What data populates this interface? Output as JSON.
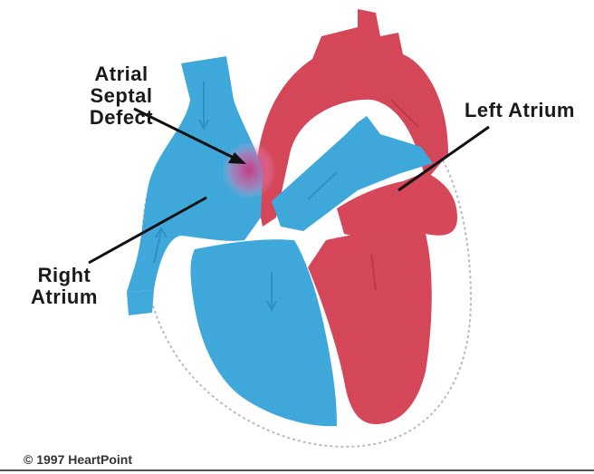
{
  "labels": {
    "atrial_septal_defect": [
      "Atrial",
      "Septal",
      "Defect"
    ],
    "right_atrium": [
      "Right",
      "Atrium"
    ],
    "left_atrium": [
      "Left Atrium"
    ]
  },
  "copyright": "© 1997 HeartPoint",
  "colors": {
    "deoxygenated_blue": "#3fa9dc",
    "oxygenated_red": "#d6475a",
    "defect_magenta": "#d65a9e",
    "outline": "#ffffff",
    "text": "#1a1a1a"
  }
}
